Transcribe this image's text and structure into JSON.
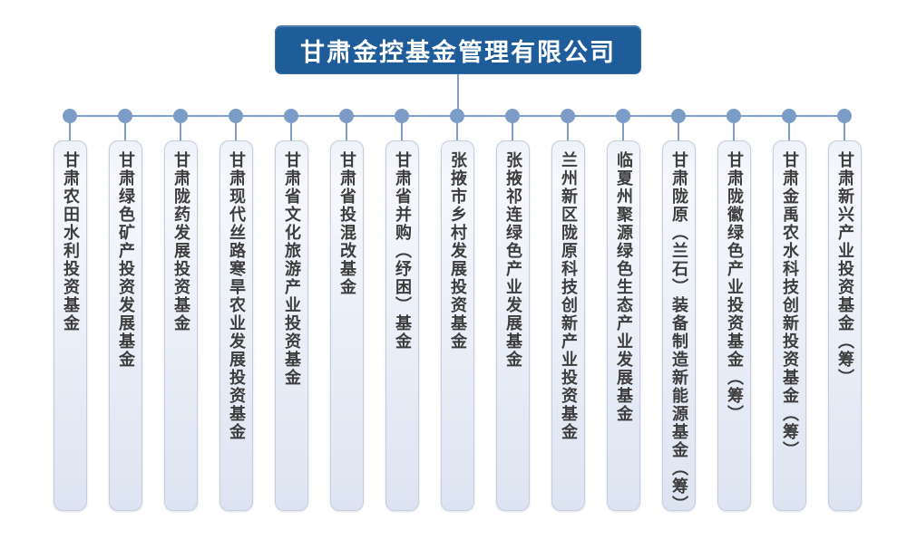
{
  "org_chart": {
    "root": {
      "label": "甘肃金控基金管理有限公司"
    },
    "children": [
      {
        "label": "甘肃农田水利投资基金"
      },
      {
        "label": "甘肃绿色矿产投资发展基金"
      },
      {
        "label": "甘肃陇药发展投资基金"
      },
      {
        "label": "甘肃现代丝路寒旱农业发展投资基金"
      },
      {
        "label": "甘肃省文化旅游产业投资基金"
      },
      {
        "label": "甘肃省投混改基金"
      },
      {
        "label": "甘肃省并购（纾困）基金"
      },
      {
        "label": "张掖市乡村发展投资基金"
      },
      {
        "label": "张掖祁连绿色产业发展基金"
      },
      {
        "label": "兰州新区陇原科技创新产业投资基金"
      },
      {
        "label": "临夏州聚源绿色生态产业发展基金"
      },
      {
        "label": "甘肃陇原（兰石）装备制造新能源基金（筹）"
      },
      {
        "label": "甘肃陇徽绿色产业投资基金（筹）"
      },
      {
        "label": "甘肃金禹农水科技创新投资基金（筹）"
      },
      {
        "label": "甘肃新兴产业投资基金（筹）"
      }
    ],
    "colors": {
      "header_bg": "#1e5c9a",
      "header_text": "#ffffff",
      "connector_line": "#7e9fca",
      "connector_dot": "#7a9cc6",
      "box_border": "#c6cddc",
      "box_bg_top": "#eef2f9",
      "box_bg_bottom": "#dde4f1",
      "box_text": "#3d3d3d"
    }
  }
}
